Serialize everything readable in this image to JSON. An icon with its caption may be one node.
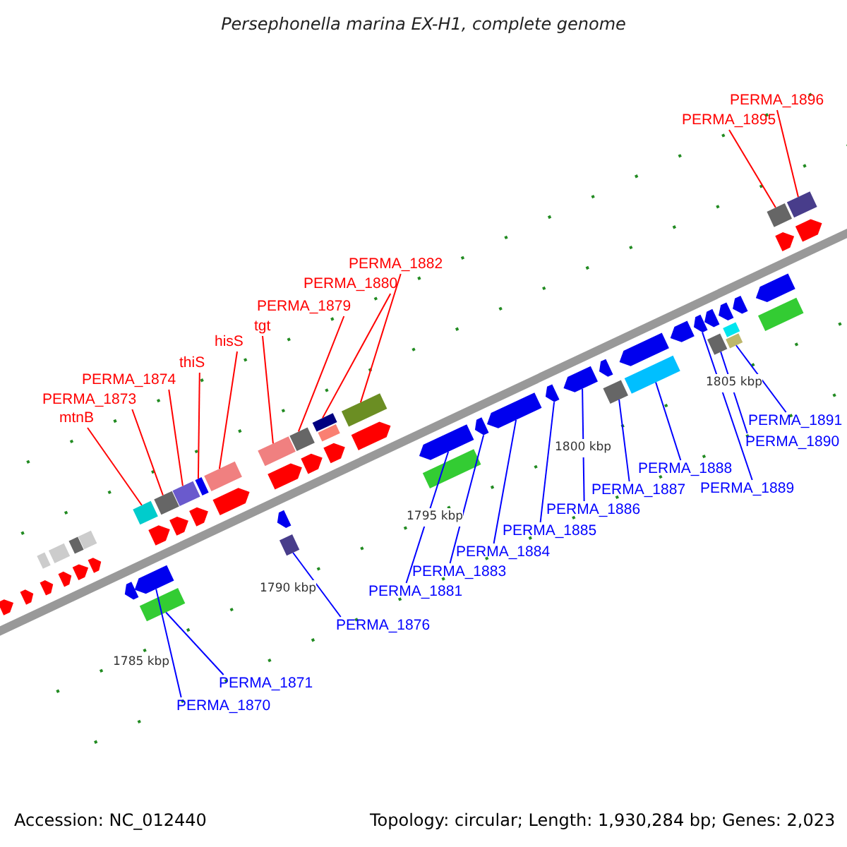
{
  "diagram": {
    "title": "Persephonella marina EX-H1, complete genome",
    "nodes": [
      {
        "text": [
          "PERMA_1896"
        ]
      },
      {
        "text": [
          "PERMA_1895"
        ]
      },
      {
        "text": [
          "PERMA_1882"
        ]
      },
      {
        "text": [
          "PERMA_1880"
        ]
      },
      {
        "text": [
          "PERMA_1879"
        ]
      },
      {
        "text": [
          "tgt"
        ]
      },
      {
        "text": [
          "hisS"
        ]
      },
      {
        "text": [
          "thiS"
        ]
      },
      {
        "text": [
          "PERMA_1874"
        ]
      },
      {
        "text": [
          "PERMA_1873"
        ]
      },
      {
        "text": [
          "mtnB"
        ]
      },
      {
        "text": [
          "PERMA_1891"
        ]
      },
      {
        "text": [
          "PERMA_1890"
        ]
      },
      {
        "text": [
          "PERMA_1889"
        ]
      },
      {
        "text": [
          "PERMA_1888"
        ]
      },
      {
        "text": [
          "PERMA_1887"
        ]
      },
      {
        "text": [
          "PERMA_1886"
        ]
      },
      {
        "text": [
          "PERMA_1885"
        ]
      },
      {
        "text": [
          "PERMA_1884"
        ]
      },
      {
        "text": [
          "PERMA_1883"
        ]
      },
      {
        "text": [
          "PERMA_1881"
        ]
      },
      {
        "text": [
          "PERMA_1876"
        ]
      },
      {
        "text": [
          "PERMA_1871"
        ]
      },
      {
        "text": [
          "PERMA_1870"
        ]
      },
      {
        "text": [],
        "shape": "box"
      },
      {
        "text": [],
        "shape": "pentagon"
      },
      {
        "text": [],
        "shape": "box"
      },
      {
        "text": [],
        "shape": "box"
      },
      {
        "text": [],
        "shape": "box"
      },
      {
        "text": [],
        "shape": "box"
      },
      {
        "text": [],
        "shape": "box"
      },
      {
        "text": [],
        "shape": "box"
      },
      {
        "text": [],
        "shape": "box"
      },
      {
        "text": [],
        "shape": "box"
      },
      {
        "text": [],
        "shape": "box"
      },
      {
        "text": [],
        "shape": "box"
      },
      {
        "text": [],
        "shape": "pentagon"
      },
      {
        "text": [],
        "shape": "pentagon"
      },
      {
        "text": [],
        "shape": "pentagon"
      },
      {
        "text": [],
        "shape": "pentagon"
      },
      {
        "text": [],
        "shape": "pentagon"
      },
      {
        "text": [],
        "shape": "box"
      },
      {
        "text": [],
        "shape": "box"
      },
      {
        "text": [],
        "shape": "pentagon"
      },
      {
        "text": [],
        "shape": "box"
      },
      {
        "text": [],
        "shape": "box"
      },
      {
        "text": [],
        "shape": "box"
      },
      {
        "text": [],
        "shape": "box"
      },
      {
        "text": [],
        "shape": "box"
      }
    ],
    "edges": [
      {
        "from": 0,
        "to": 47,
        "arrow": "none",
        "color": "#ff0000"
      },
      {
        "from": 1,
        "to": 46,
        "arrow": "none",
        "color": "#ff0000"
      },
      {
        "from": 2,
        "to": 35,
        "arrow": "none",
        "color": "#ff0000"
      },
      {
        "from": 3,
        "to": 34,
        "arrow": "none",
        "color": "#ff0000"
      },
      {
        "from": 4,
        "to": 33,
        "arrow": "none",
        "color": "#ff0000"
      },
      {
        "from": 5,
        "to": 31,
        "arrow": "none",
        "color": "#ff0000"
      },
      {
        "from": 6,
        "to": 30,
        "arrow": "none",
        "color": "#ff0000"
      },
      {
        "from": 7,
        "to": 29,
        "arrow": "none",
        "color": "#ff0000"
      },
      {
        "from": 8,
        "to": 28,
        "arrow": "none",
        "color": "#ff0000"
      },
      {
        "from": 9,
        "to": 27,
        "arrow": "none",
        "color": "#ff0000"
      },
      {
        "from": 10,
        "to": 24,
        "arrow": "none",
        "color": "#ff0000"
      },
      {
        "from": 11,
        "to": 45,
        "arrow": "none"
      },
      {
        "from": 12,
        "to": 44,
        "arrow": "none"
      },
      {
        "from": 13,
        "to": 43,
        "arrow": "none"
      },
      {
        "from": 14,
        "to": 42,
        "arrow": "none"
      },
      {
        "from": 15,
        "to": 41,
        "arrow": "none"
      },
      {
        "from": 16,
        "to": 40,
        "arrow": "none"
      },
      {
        "from": 17,
        "to": 39,
        "arrow": "none"
      },
      {
        "from": 18,
        "to": 38,
        "arrow": "none"
      },
      {
        "from": 19,
        "to": 37,
        "arrow": "none"
      },
      {
        "from": 20,
        "to": 36,
        "arrow": "none"
      },
      {
        "from": 21,
        "to": 32,
        "arrow": "none"
      },
      {
        "from": 22,
        "to": 26,
        "arrow": "none"
      },
      {
        "from": 23,
        "to": 25,
        "arrow": "none"
      }
    ],
    "labels": [
      "1785 kbp",
      "1790 kbp",
      "1795 kbp",
      "1800 kbp",
      "1805 kbp",
      "Accession: NC_012440",
      "Topology: circular; Length: 1,930,284 bp; Genes: 2,023"
    ]
  }
}
